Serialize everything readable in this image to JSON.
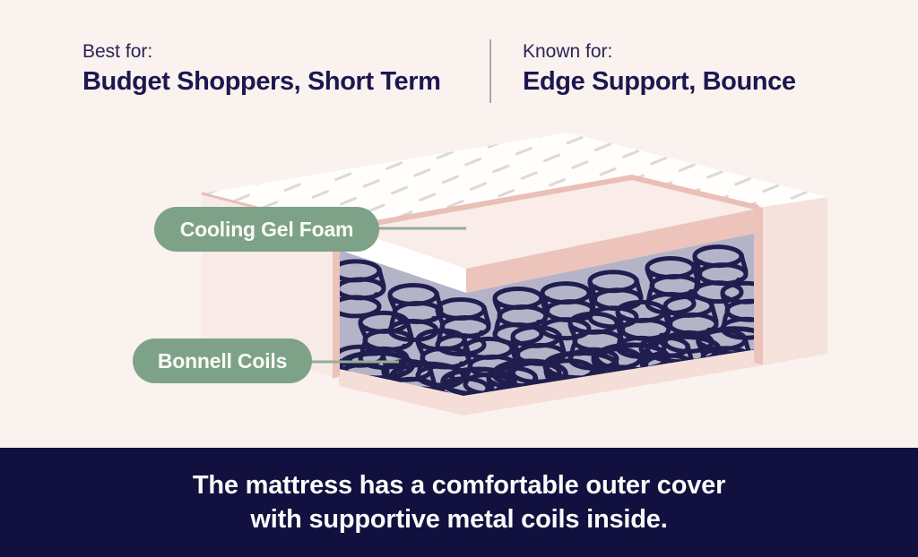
{
  "header": {
    "left": {
      "label": "Best for:",
      "value": "Budget Shoppers, Short Term"
    },
    "right": {
      "label": "Known for:",
      "value": "Edge Support, Bounce"
    }
  },
  "diagram": {
    "subject": "innerspring mattress cutaway",
    "callouts": [
      {
        "label": "Cooling Gel Foam"
      },
      {
        "label": "Bonnell Coils"
      }
    ]
  },
  "footer": {
    "line1": "The mattress has a comfortable outer cover",
    "line2": "with supportive metal coils inside."
  },
  "colors": {
    "background": "#faf2ee",
    "footer_bar": "#12103e",
    "heading_navy": "#1c1750",
    "pill_green": "#7da287",
    "leader_line_green": "#92ad96",
    "coil_navy": "#201d4f",
    "coil_background": "#b5b3c8",
    "mattress_shell_pink": "#f8eae6",
    "cut_edge_pink": "#ecc3ba",
    "trim_pink": "#e9bfb6",
    "cover_white": "#fffefd"
  }
}
